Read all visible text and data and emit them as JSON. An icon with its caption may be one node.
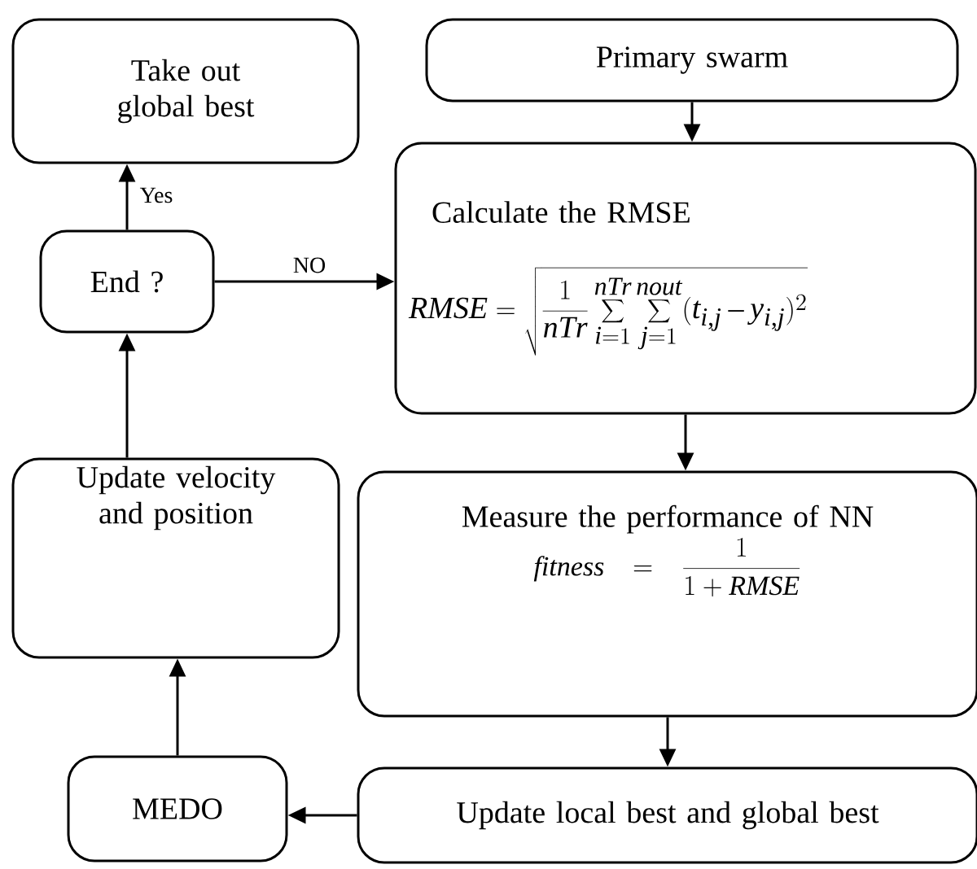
{
  "diagram": {
    "nodes": [
      {
        "text": [
          "Take out global best"
        ]
      },
      {
        "text": [
          "Primary swarm"
        ]
      },
      {
        "text": [
          "End ?"
        ]
      },
      {
        "text": [
          "Calculate the RMSE",
          "RMSE = \\sqrt{\\frac{1}{nTr}\\sum_{i=1}^{nTr}\\sum_{j=1}^{nout}(t_{i,j}-y_{i,j})^2}"
        ]
      },
      {
        "text": [
          "Update velocity and position"
        ]
      },
      {
        "text": [
          "Measure the performance of NN",
          "fitness = \\frac{1}{1+RMSE}"
        ]
      },
      {
        "text": [
          "MEDO"
        ]
      },
      {
        "text": [
          "Update local best and global best"
        ]
      }
    ],
    "edges": [
      {
        "from": 1,
        "to": 3,
        "arrow": "to"
      },
      {
        "from": 3,
        "to": 5,
        "arrow": "to"
      },
      {
        "from": 5,
        "to": 7,
        "arrow": "to"
      },
      {
        "from": 7,
        "to": 6,
        "arrow": "to"
      },
      {
        "from": 6,
        "to": 4,
        "arrow": "to"
      },
      {
        "from": 4,
        "to": 2,
        "arrow": "to"
      },
      {
        "from": 2,
        "to": 0,
        "arrow": "to",
        "label": "Yes"
      },
      {
        "from": 2,
        "to": 3,
        "arrow": "to",
        "label": "NO"
      }
    ]
  }
}
